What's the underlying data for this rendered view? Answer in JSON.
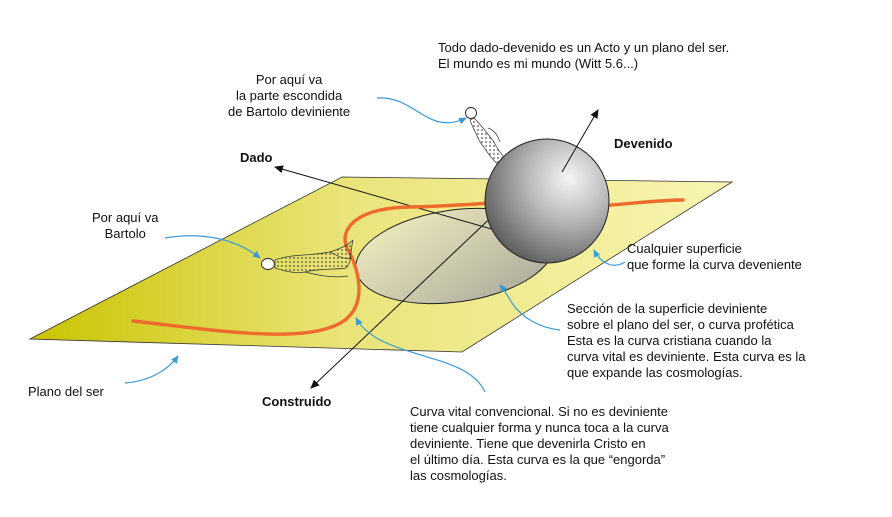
{
  "labels": {
    "dado": "Dado",
    "devenido": "Devenido",
    "construido": "Construido",
    "plano_del_ser": "Plano del ser"
  },
  "annotations": {
    "top": [
      "Todo dado-devenido es un Acto y un plano del ser.",
      "El mundo es mi mundo  (Witt 5.6...)"
    ],
    "escondida": [
      "Por aquí va",
      "la parte escondida",
      "de  Bartolo deviniente"
    ],
    "bartolo": [
      "Por aquí va",
      "Bartolo"
    ],
    "superficie": [
      "Cualquier superficie",
      "que forme la curva deveniente"
    ],
    "seccion": [
      "Sección de la superficie deviniente",
      "sobre el plano del ser, o curva profética",
      "Esta es la curva cristiana cuando la",
      "curva vital es deviniente. Esta curva es la",
      "que expande las cosmologías."
    ],
    "vital": [
      "Curva vital convencional. Si no es deviniente",
      "tiene cualquier forma y nunca toca a la curva",
      "deviniente. Tiene que devenirla Cristo en",
      "el último día. Esta curva es la que “engorda”",
      "las cosmologías."
    ]
  },
  "colors": {
    "plane_light": "#f6f3a0",
    "plane_dark": "#c9c400",
    "curve": "#ee6a2d",
    "sphere_light": "#f2f2f2",
    "sphere_dark": "#6e6e6e",
    "pointer": "#3a9bd6"
  }
}
